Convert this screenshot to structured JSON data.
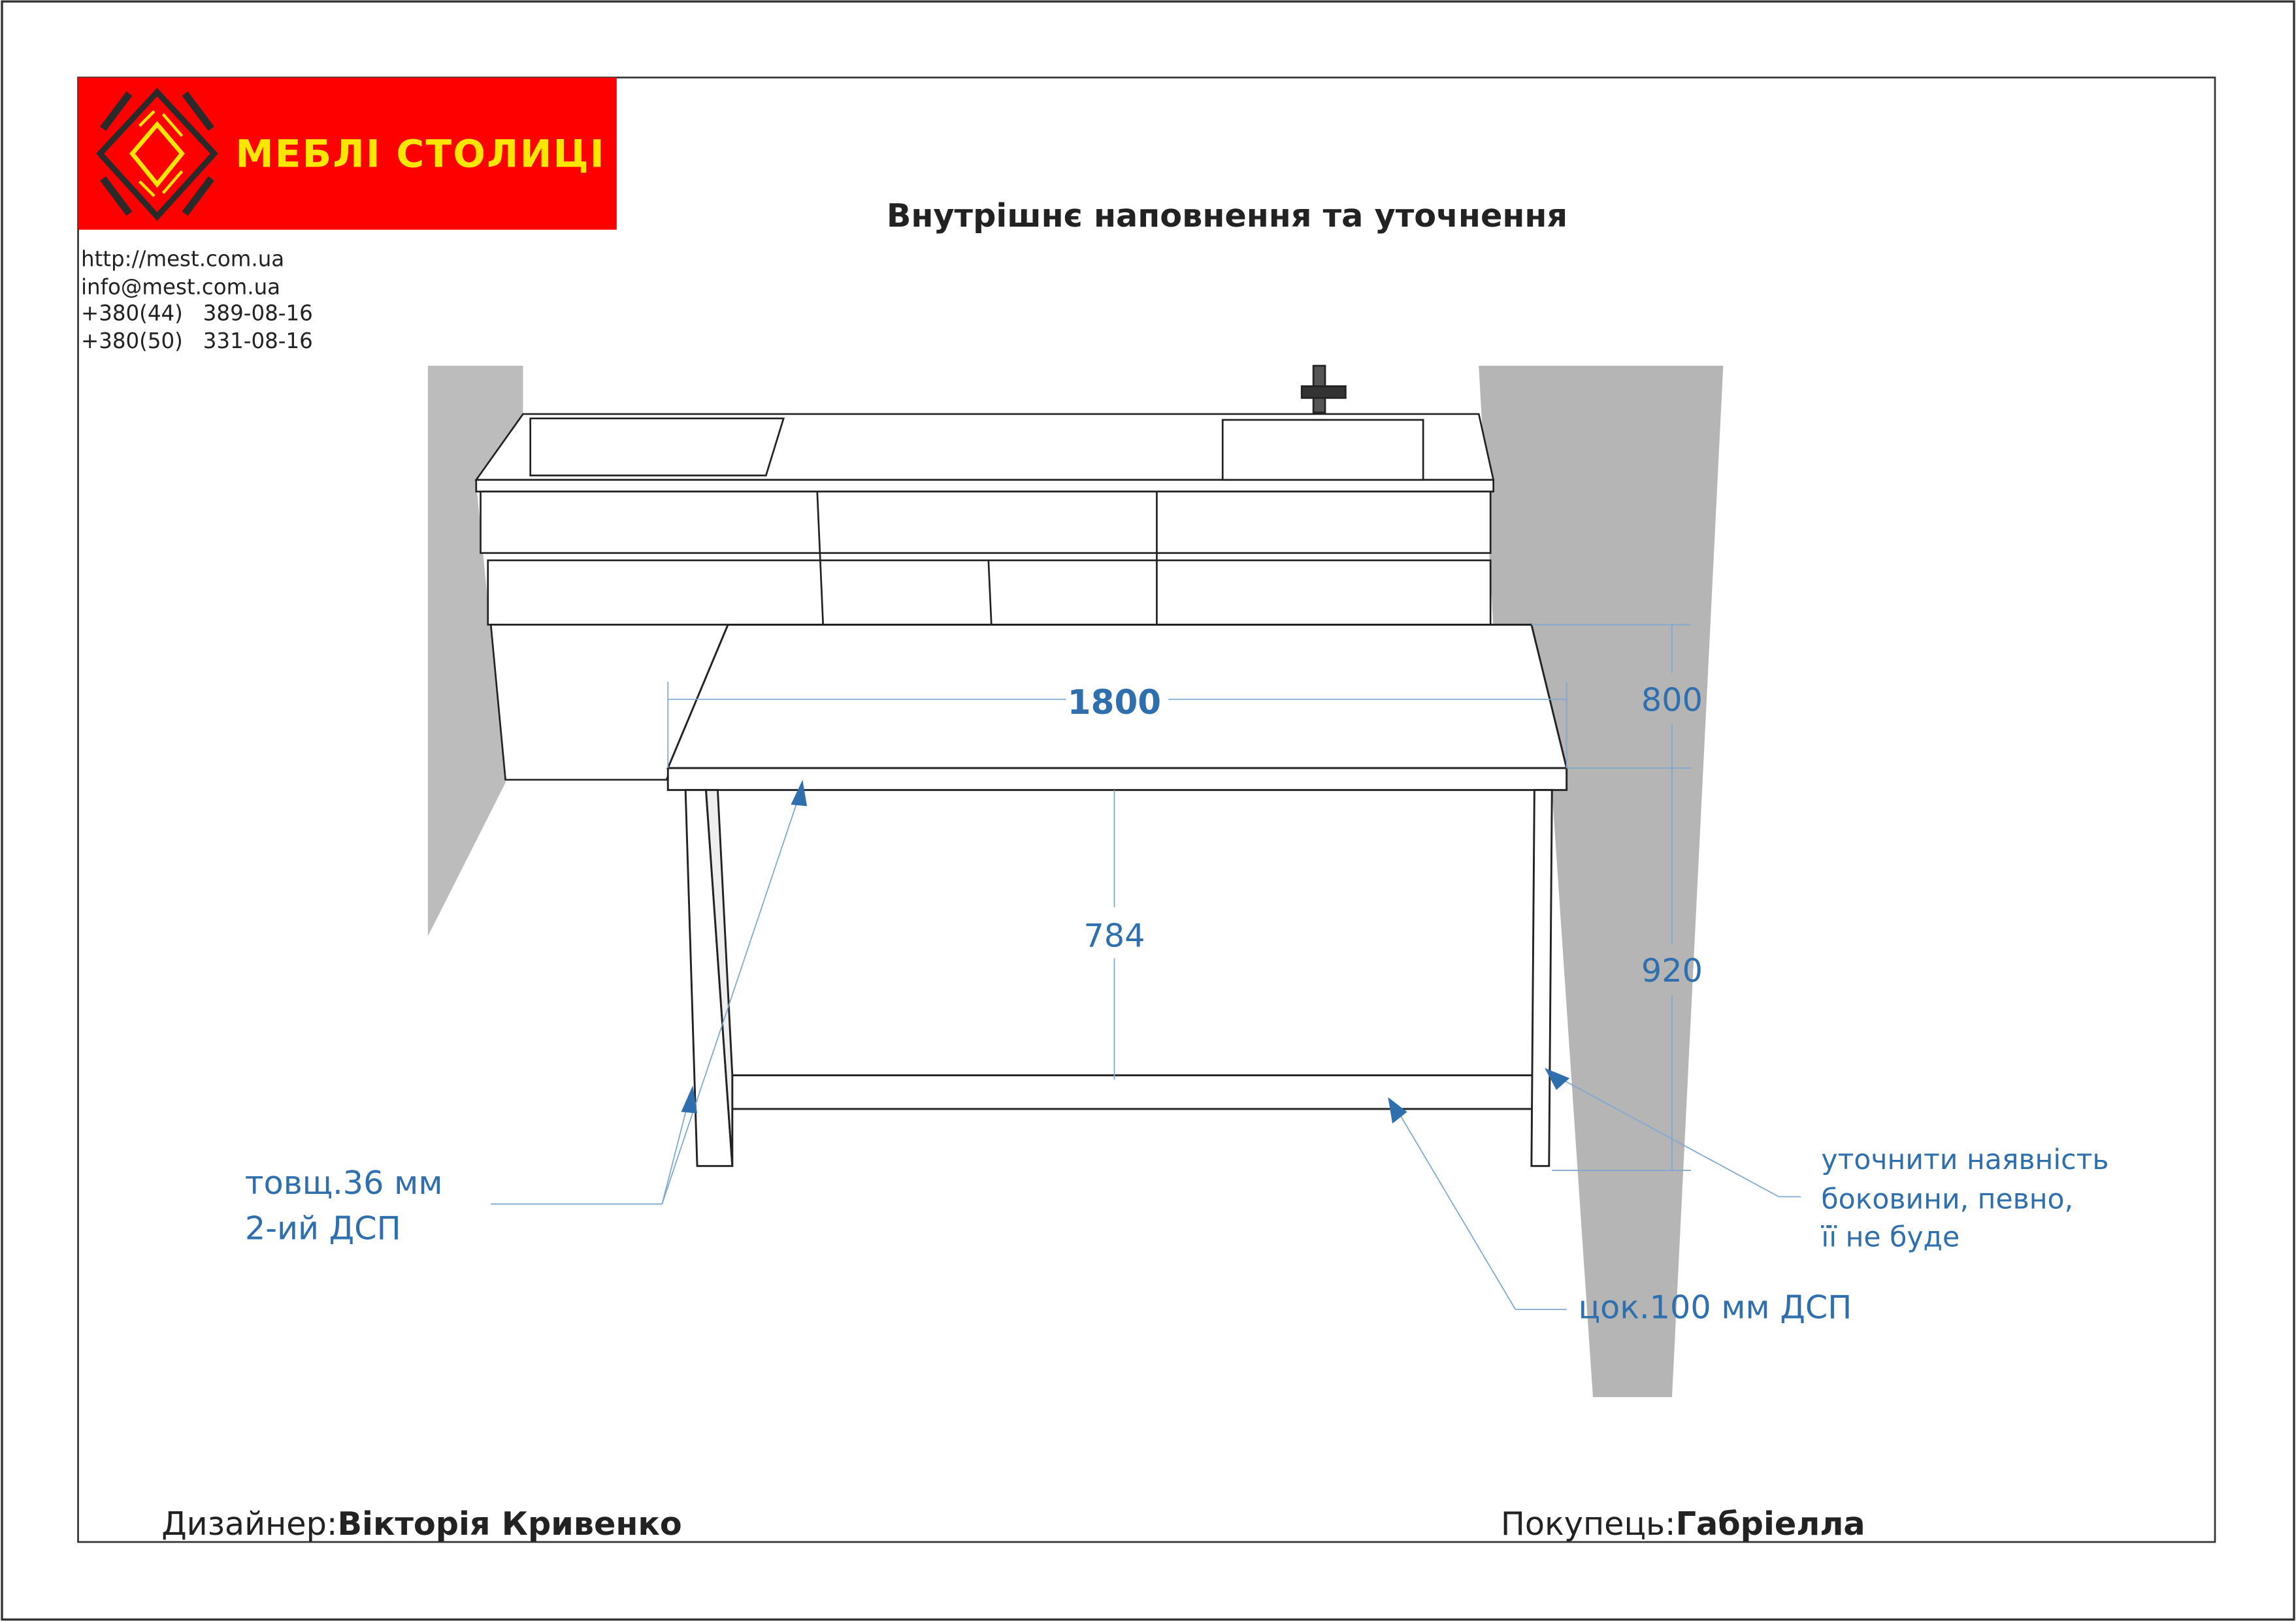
{
  "brand": {
    "logo_text": "МЕБЛІ СТОЛИЦІ",
    "color_bg": "#ff0000",
    "color_text": "#ffe600"
  },
  "contacts": [
    "http://mest.com.ua",
    "info@mest.com.ua",
    "+380(44)   389-08-16",
    "+380(50)   331-08-16"
  ],
  "title": "Внутрішнє наповнення та уточнення",
  "dimensions": {
    "width": "1800",
    "top_height": "800",
    "clear_height": "784",
    "total_height": "920"
  },
  "notes": {
    "thickness_line1": "товщ.36 мм",
    "thickness_line2": "2-ий ДСП",
    "plinth": "цок.100 мм ДСП",
    "side_line1": "уточнити наявність",
    "side_line2": "боковини, певно,",
    "side_line3": "її не буде"
  },
  "footer": {
    "designer_label": "Дизайнер:",
    "designer_name": "Вікторія Кривенко",
    "customer_label": "Покупець:",
    "customer_name": "Габріелла"
  },
  "colors": {
    "dimension": "#2f6fae",
    "wall": "#b5b5b5"
  }
}
